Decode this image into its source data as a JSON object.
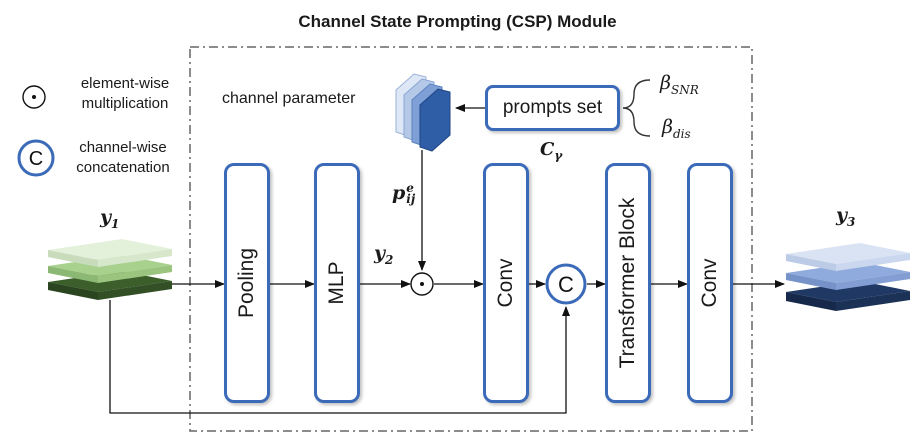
{
  "title": "Channel State Prompting (CSP) Module",
  "legend": {
    "mult_line1": "element-wise",
    "mult_line2": "multiplication",
    "concat_line1": "channel-wise",
    "concat_line2": "concatenation",
    "concat_symbol": "C"
  },
  "channel_parameter_label": "channel parameter",
  "prompts_set_label": "prompts set",
  "beta_snr": {
    "base": "β",
    "sub": "SNR"
  },
  "beta_dis": {
    "base": "β",
    "sub": "dis"
  },
  "c_gamma": {
    "base": "C",
    "sub": "γ"
  },
  "p_label": {
    "base": "p",
    "sup": "e",
    "sub": "ij"
  },
  "y1": {
    "base": "y",
    "sub": "1"
  },
  "y2": {
    "base": "y",
    "sub": "2"
  },
  "y3": {
    "base": "y",
    "sub": "3"
  },
  "blocks": {
    "pooling": "Pooling",
    "mlp": "MLP",
    "conv1": "Conv",
    "transformer": "Transformer Block",
    "conv2": "Conv"
  },
  "colors": {
    "accent_blue": "#3a6ab8",
    "green_light": "#e3f0da",
    "green_mid": "#a9d18e",
    "green_dark": "#3b5e2b",
    "blue_light": "#dae3f3",
    "blue_mid": "#8faadc",
    "blue_dark": "#203864"
  }
}
